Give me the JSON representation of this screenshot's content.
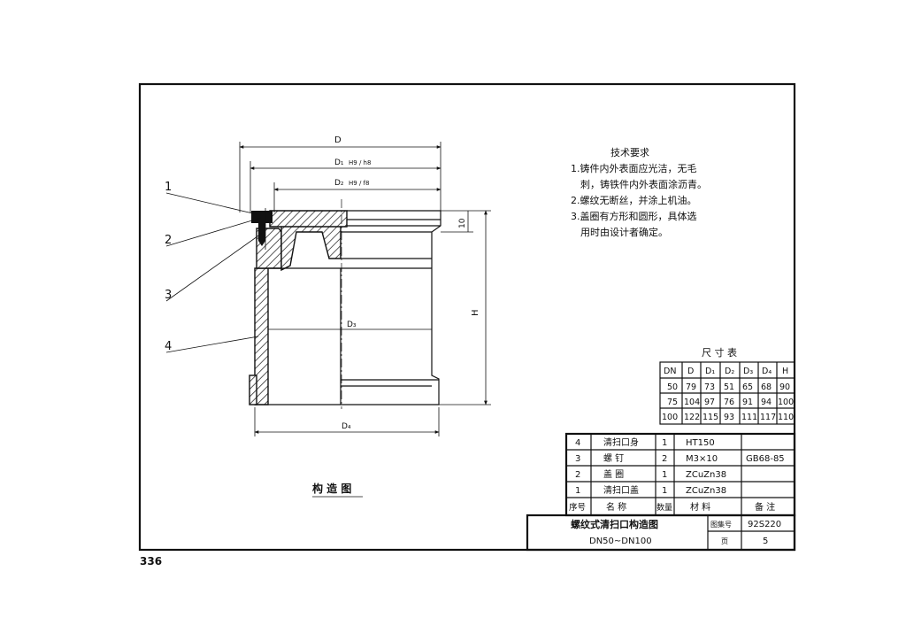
{
  "page_number": "336",
  "callouts": [
    "1",
    "2",
    "3",
    "4"
  ],
  "dims": {
    "D": "D",
    "D1": "D₁",
    "D1_fit": "H9 / h8",
    "D2": "D₂",
    "D2_fit": "H9 / f8",
    "D3": "D₃",
    "D4": "D₄",
    "H": "H",
    "t10": "10"
  },
  "drawing_caption": "构 造 图",
  "tech_req": {
    "title": "技术要求",
    "lines": [
      "1.铸件内外表面应光洁，无毛",
      "刺，铸铁件内外表面涂沥青。",
      "2.螺纹无断丝，并涂上机油。",
      "3.盖圈有方形和圆形，具体选",
      "用时由设计者确定。"
    ]
  },
  "dim_table": {
    "title": "尺 寸 表",
    "headers": [
      "DN",
      "D",
      "D₁",
      "D₂",
      "D₃",
      "D₄",
      "H"
    ],
    "rows": [
      [
        "50",
        "79",
        "73",
        "51",
        "65",
        "68",
        "90"
      ],
      [
        "75",
        "104",
        "97",
        "76",
        "91",
        "94",
        "100"
      ],
      [
        "100",
        "122",
        "115",
        "93",
        "111",
        "117",
        "110"
      ]
    ]
  },
  "parts": {
    "rows": [
      [
        "4",
        "清扫口身",
        "1",
        "HT150",
        ""
      ],
      [
        "3",
        "螺 钉",
        "2",
        "M3×10",
        "GB68-85"
      ],
      [
        "2",
        "盖 圈",
        "1",
        "ZCuZn38",
        ""
      ],
      [
        "1",
        "清扫口盖",
        "1",
        "ZCuZn38",
        ""
      ]
    ],
    "headers": [
      "序号",
      "名 称",
      "数量",
      "材 料",
      "备 注"
    ]
  },
  "title_block": {
    "title": "螺纹式清扫口构造图",
    "subtitle": "DN50~DN100",
    "atlas_label": "图集号",
    "atlas_value": "92S220",
    "page_label": "页",
    "page_value": "5"
  }
}
